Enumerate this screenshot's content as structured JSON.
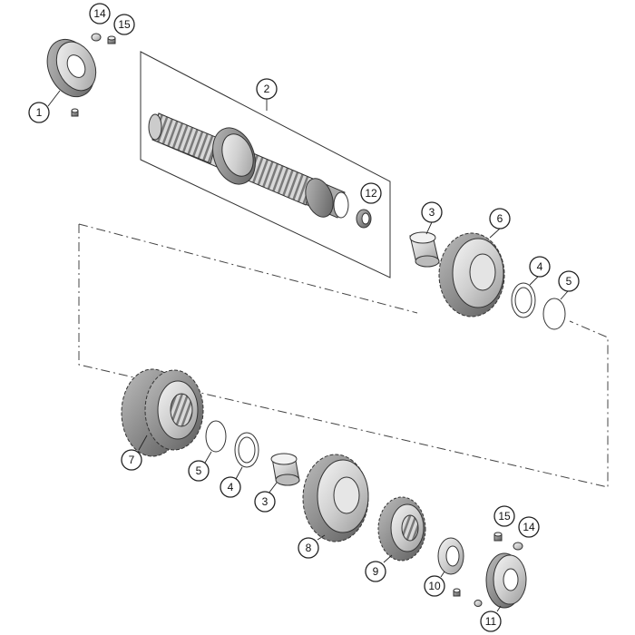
{
  "callouts": [
    {
      "label": "14"
    },
    {
      "label": "15"
    },
    {
      "label": "1"
    },
    {
      "label": "2"
    },
    {
      "label": "12"
    },
    {
      "label": "3"
    },
    {
      "label": "6"
    },
    {
      "label": "4"
    },
    {
      "label": "5"
    },
    {
      "label": "7"
    },
    {
      "label": "5"
    },
    {
      "label": "4"
    },
    {
      "label": "3"
    },
    {
      "label": "8"
    },
    {
      "label": "9"
    },
    {
      "label": "10"
    },
    {
      "label": "15"
    },
    {
      "label": "14"
    },
    {
      "label": "11"
    }
  ]
}
